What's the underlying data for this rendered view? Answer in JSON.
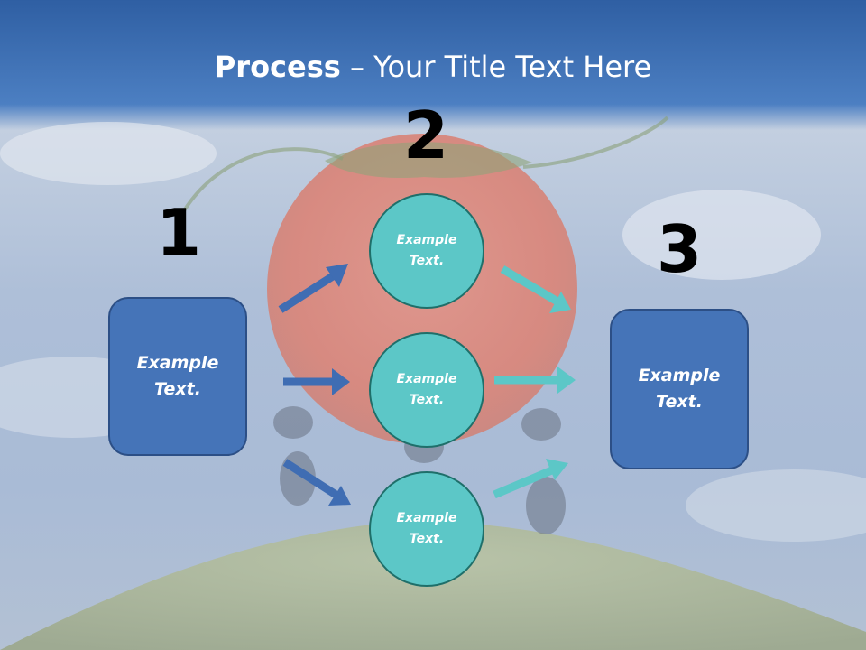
{
  "title": {
    "bold": "Process",
    "rest": " – Your Title Text Here"
  },
  "steps": {
    "one": "1",
    "two": "2",
    "three": "3"
  },
  "left_box": {
    "text": "Example Text."
  },
  "right_box": {
    "text": "Example Text."
  },
  "circles": [
    {
      "text": "Example Text."
    },
    {
      "text": "Example Text."
    },
    {
      "text": "Example Text."
    }
  ],
  "colors": {
    "box_fill": "#4574b8",
    "circle_fill": "#5cc7c7",
    "arrow_blue": "#3f6db3",
    "arrow_teal": "#5cc7c7"
  }
}
